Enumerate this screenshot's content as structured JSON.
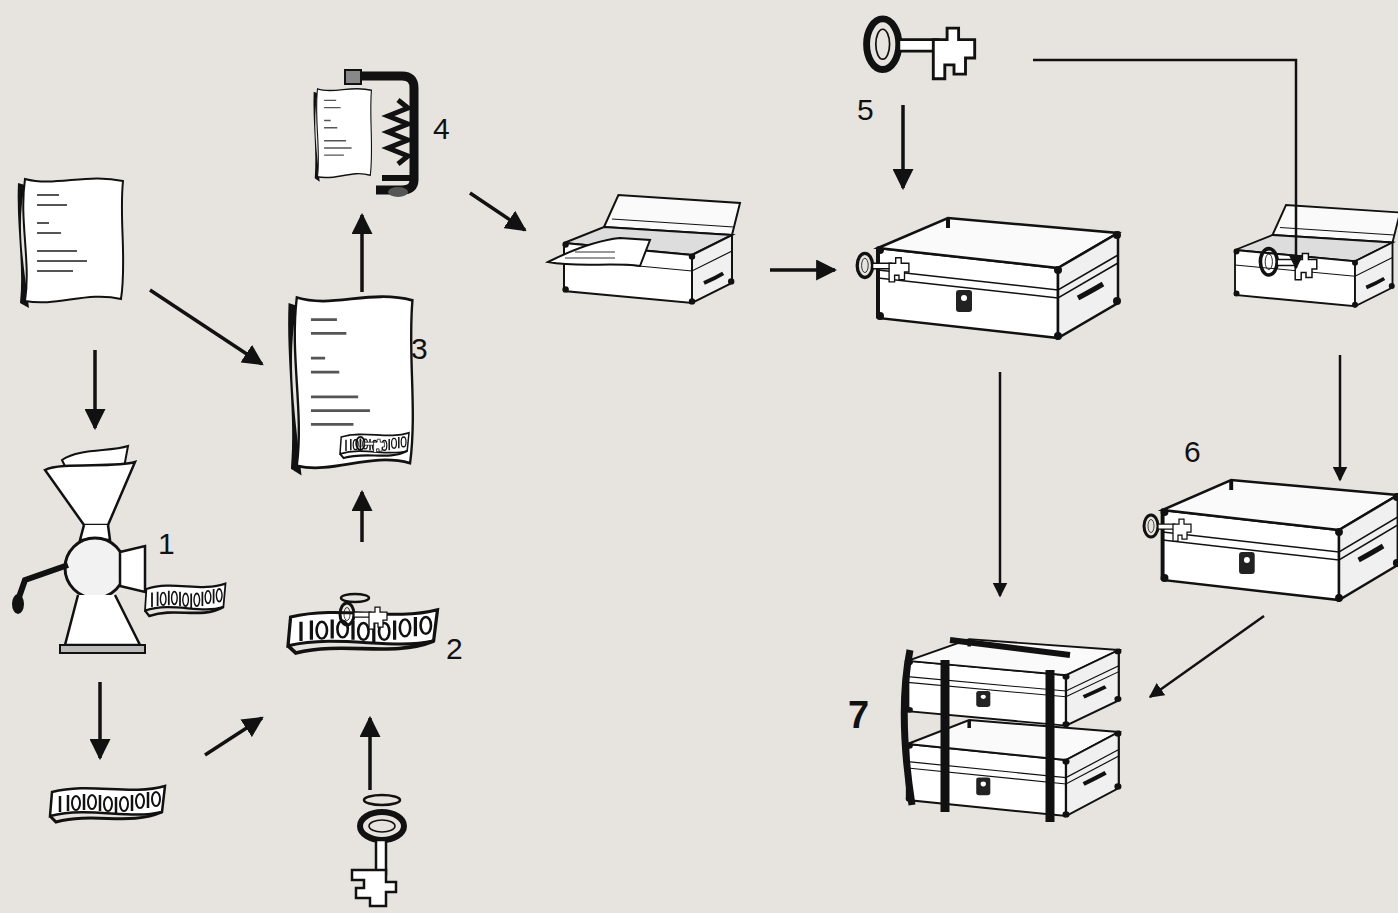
{
  "diagram": {
    "labels": [
      "5",
      "4",
      "3",
      "6",
      "1",
      "2",
      "7"
    ]
  }
}
